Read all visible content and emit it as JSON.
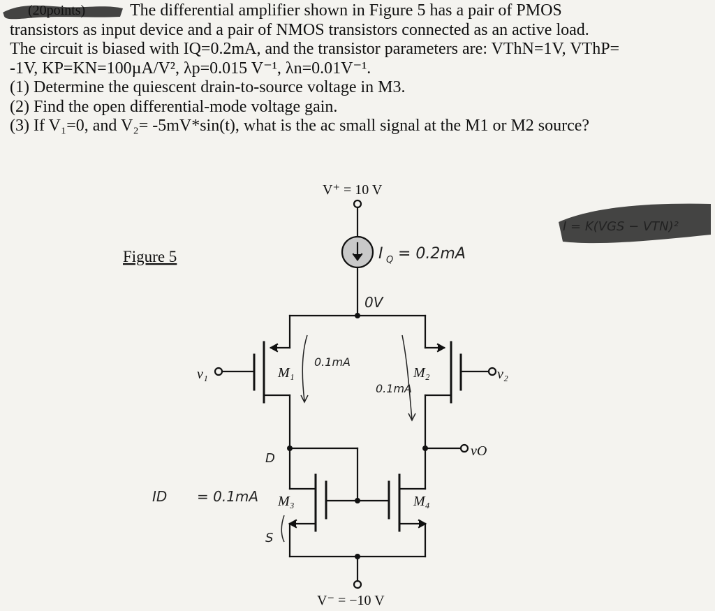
{
  "problem": {
    "points": "(20points)",
    "line1": "The differential amplifier shown in Figure 5 has a pair of PMOS",
    "line2": "transistors as input device and a pair of NMOS transistors connected as an active load.",
    "line3": "The circuit is biased with IQ=0.2mA, and  the transistor parameters are: VThN=1V, VThP=",
    "line4": "-1V, KP=KN=100µA/V², λp=0.015 V⁻¹, λn=0.01V⁻¹.",
    "q1": "(1) Determine the quiescent drain-to-source voltage in M3.",
    "q2": "(2) Find the open differential-mode voltage gain.",
    "q3": "(3) If V₁=0, and V₂= -5mV*sin(t), what is the ac small signal at the M1 or M2 source?"
  },
  "figure": {
    "caption": "Figure 5",
    "vplus": "V⁺ = 10 V",
    "vminus": "V⁻ = −10 V",
    "m1": "M₁",
    "m2": "M₂",
    "m3": "M₃",
    "m4": "M₄",
    "v1": "v₁",
    "v2": "v₂",
    "vo": "vO"
  },
  "annotations": {
    "iq": "I",
    "iq_sub": "Q",
    "iq_value": "= 0.2mA",
    "node_voltage": "0V",
    "left_current": "0.1mA",
    "right_current": "0.1mA",
    "drain_mark": "D",
    "source_mark": "S",
    "id_label": "ID",
    "id_value": "= 0.1mA",
    "side_formula": "I = K(VGS − VTN)²"
  },
  "colors": {
    "ink": "#111111",
    "paper": "#f4f3ef",
    "source_fill": "#c9c9c9",
    "marker": "#1a1a1a"
  }
}
